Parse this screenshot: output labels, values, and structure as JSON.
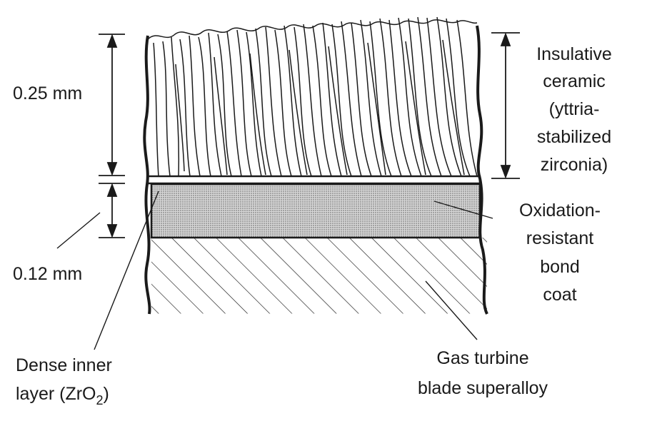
{
  "labels": {
    "thickness_top": "0.25 mm",
    "thickness_bottom": "0.12 mm",
    "ceramic": [
      "Insulative",
      "ceramic",
      "(yttria-",
      "stabilized",
      "zirconia)"
    ],
    "bond_coat": [
      "Oxidation-",
      "resistant",
      "bond",
      "coat"
    ],
    "inner_layer_line1": "Dense inner",
    "inner_layer_line2_prefix": "layer (ZrO",
    "inner_layer_subscript": "2",
    "inner_layer_line2_suffix": ")",
    "superalloy": [
      "Gas turbine",
      "blade superalloy"
    ]
  },
  "colors": {
    "ink": "#1a1a1a",
    "bond_coat_fill": "#c8c8c8",
    "background": "#ffffff"
  }
}
